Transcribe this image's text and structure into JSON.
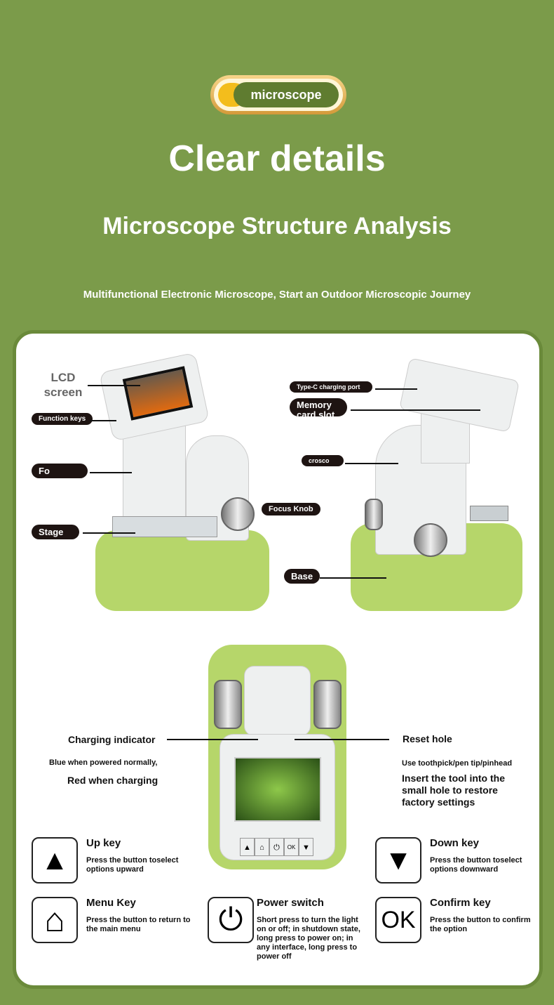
{
  "header": {
    "badge": "microscope",
    "title": "Clear details",
    "subtitle": "Microscope Structure Analysis",
    "tagline": "Multifunctional Electronic Microscope, Start an Outdoor Microscopic Journey"
  },
  "left_labels": {
    "lcd": "LCD screen",
    "function_keys": "Function keys",
    "focus": "Fo",
    "focus_knob": "Focus Knob",
    "stage": "Stage"
  },
  "right_labels": {
    "type_c": "Type-C charging port",
    "memory": "Memory",
    "memory_rest": "card slot",
    "arm": "crosco",
    "base": "Base"
  },
  "front": {
    "charging_title": "Charging indicator",
    "charging_line1": "Blue when powered normally,",
    "charging_line2": "Red when charging",
    "reset_title": "Reset hole",
    "reset_line1": "Use toothpick/pen tip/pinhead",
    "reset_line2": "Insert the tool into the small hole to restore factory settings",
    "buttons": [
      "▲",
      "⌂",
      "⏻",
      "OK",
      "▼"
    ]
  },
  "keys": [
    {
      "title": "Up key",
      "desc": "Press the button toselect options upward",
      "icon": "▲"
    },
    {
      "title": "Down key",
      "desc": "Press the button toselect options downward",
      "icon": "▼"
    },
    {
      "title": "Menu Key",
      "desc": "Press the button to return to the main menu",
      "icon": "⌂"
    },
    {
      "title": "Power switch",
      "desc": "Short press to turn the light on or off; in shutdown state, long press to power on; in any interface, long press to power off",
      "icon": "⏻"
    },
    {
      "title": "Confirm key",
      "desc": "Press the button to confirm the option",
      "icon": "OK"
    }
  ]
}
